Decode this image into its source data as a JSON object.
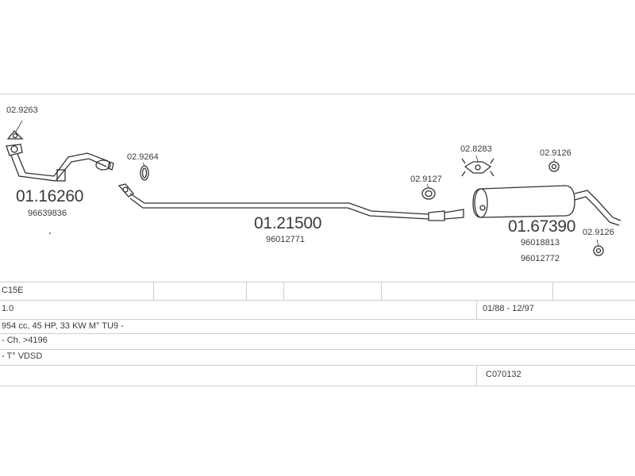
{
  "parts": {
    "p1": {
      "code": "01.16260",
      "oe": "96639836"
    },
    "p2": {
      "code": "01.21500",
      "oe": "96012771"
    },
    "p3": {
      "code": "01.67390",
      "oe": [
        "96018813",
        "96012772"
      ]
    },
    "small": [
      "02.9263",
      "02.9264",
      "02.9127",
      "02.8283",
      "02.9126",
      "02.9126"
    ]
  },
  "table": {
    "model": "C15E",
    "engine": "1.0",
    "date_range": "01/88 - 12/97",
    "spec": "954 cc, 45 HP, 33 KW M° TU9 -",
    "chassis": "- Ch. >4196",
    "variant": "- T° VDSD",
    "kit_code": "C070132"
  }
}
